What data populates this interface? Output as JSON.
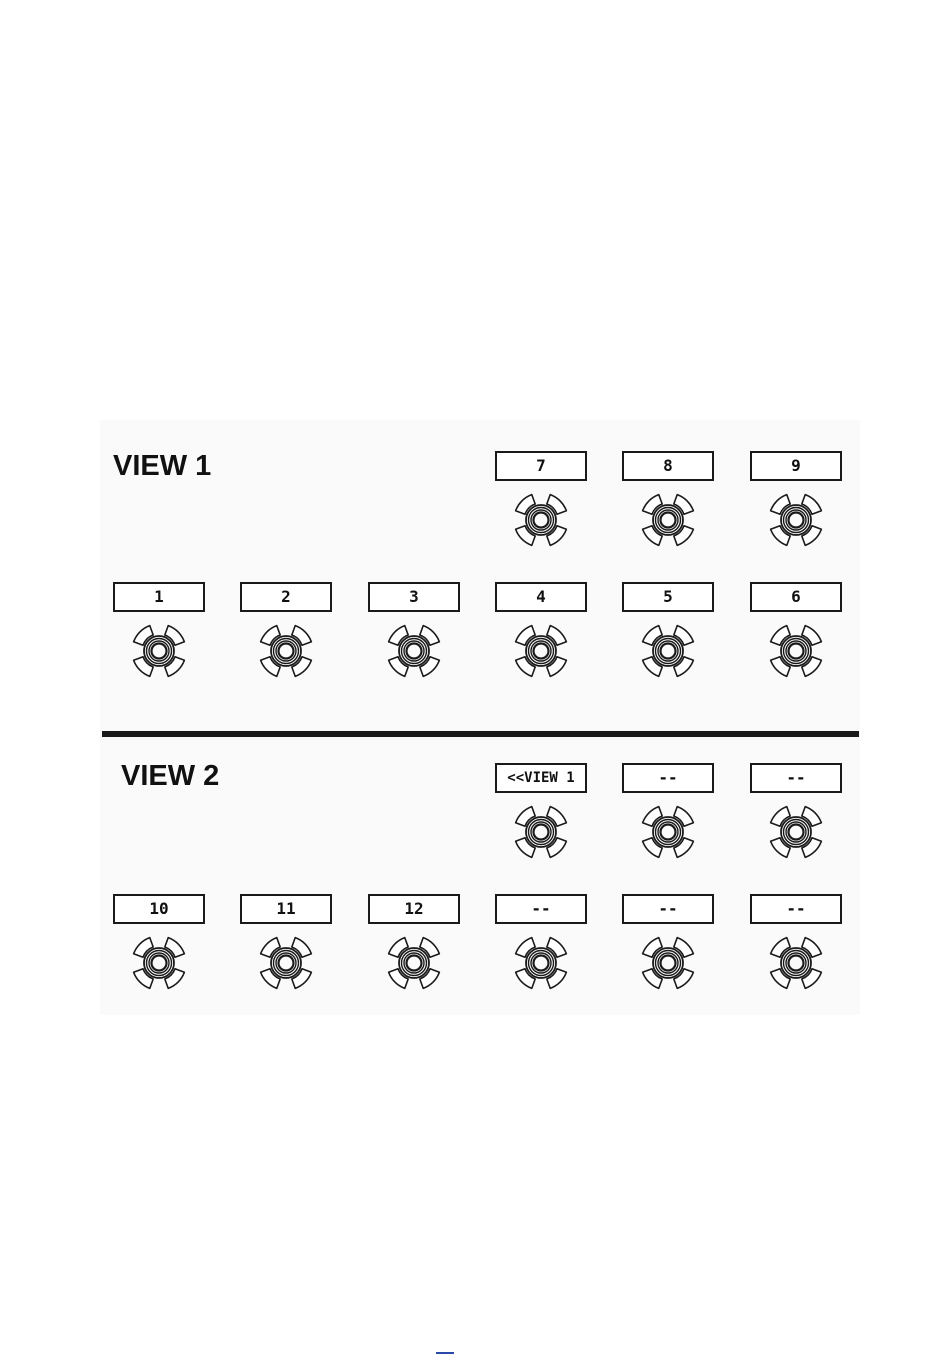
{
  "views": [
    {
      "title": "VIEW 1",
      "top_row": [
        "7",
        "8",
        "9"
      ],
      "bottom_row": [
        "1",
        "2",
        "3",
        "4",
        "5",
        "6"
      ]
    },
    {
      "title": "VIEW 2",
      "top_row": [
        "<<VIEW 1",
        "--",
        "--"
      ],
      "bottom_row": [
        "10",
        "11",
        "12",
        "--",
        "--",
        "--"
      ]
    }
  ],
  "icons": {
    "switch": "footswitch-icon"
  },
  "colors": {
    "ink": "#1a1a1a",
    "panel": "#fafafa"
  }
}
